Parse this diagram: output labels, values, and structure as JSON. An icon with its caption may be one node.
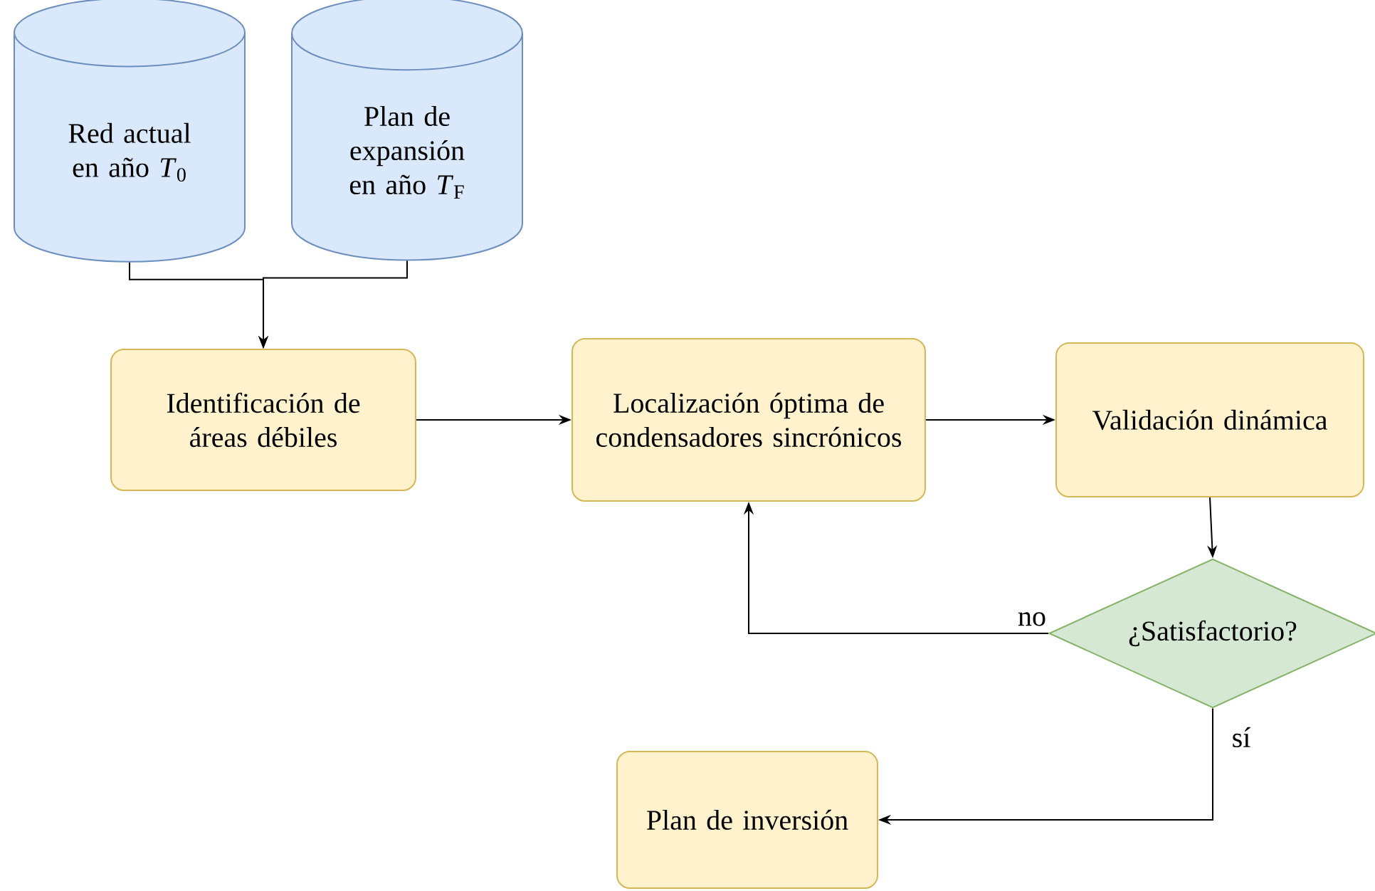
{
  "diagram": {
    "nodes": [
      {
        "text": [
          "Red actual en año *T*$_{0}$"
        ]
      },
      {
        "text": [
          "Plan de expansión en año *T*$_{F}$"
        ]
      },
      {
        "text": [
          "Identificación de áreas débiles"
        ]
      },
      {
        "text": [
          "Localización óptima de condensadores sincrónicos"
        ]
      },
      {
        "text": [
          "Validación dinámica"
        ]
      },
      {
        "text": [
          "¿Satisfactorio?"
        ]
      },
      {
        "text": [
          "Plan de inversión"
        ]
      }
    ],
    "edges": [
      {
        "from": 0,
        "to": 2,
        "arrow": "to"
      },
      {
        "from": 1,
        "to": 2,
        "arrow": "to"
      },
      {
        "from": 2,
        "to": 3,
        "arrow": "to"
      },
      {
        "from": 3,
        "to": 4,
        "arrow": "to"
      },
      {
        "from": 4,
        "to": 5,
        "arrow": "to"
      },
      {
        "from": 5,
        "to": 3,
        "arrow": "to",
        "label": "no"
      },
      {
        "from": 5,
        "to": 6,
        "arrow": "to",
        "label": "sí"
      }
    ]
  }
}
